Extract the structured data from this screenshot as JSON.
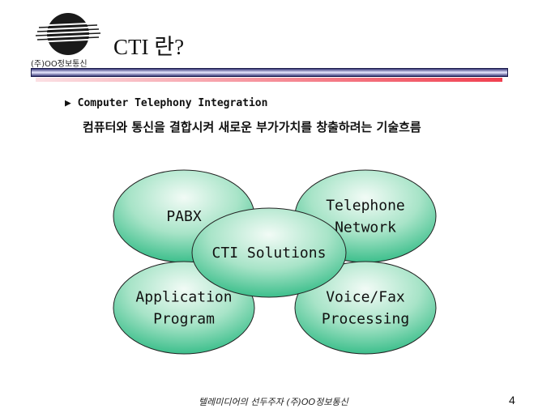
{
  "header": {
    "title": "CTI 란?",
    "company": "(주)OO정보통신"
  },
  "content": {
    "bullet_icon": "right-triangle",
    "bullet": "Computer Telephony Integration",
    "description": "컴퓨터와 통신을 결합시켜 새로운 부가가치를 창출하려는 기술흐름"
  },
  "diagram": {
    "center": "CTI Solutions",
    "nodes": [
      {
        "lines": [
          "PABX"
        ]
      },
      {
        "lines": [
          "Telephone",
          "Network"
        ]
      },
      {
        "lines": [
          "Application",
          "Program"
        ]
      },
      {
        "lines": [
          "Voice/Fax",
          "Processing"
        ]
      }
    ],
    "fill_color": "#3dbf8c"
  },
  "footer": {
    "tagline": "텔레미디어의 선두주자 (주)OO정보통신",
    "page": "4"
  }
}
